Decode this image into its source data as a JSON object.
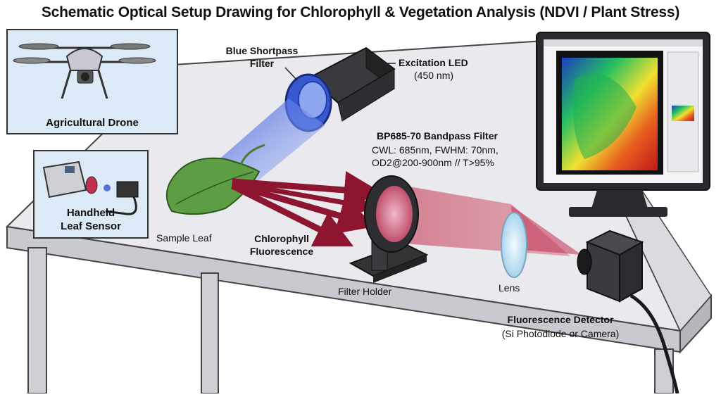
{
  "title": "Schematic Optical Setup Drawing for Chlorophyll & Vegetation Analysis (NDVI / Plant Stress)",
  "labels": {
    "drone": "Agricultural Drone",
    "handheld_line1": "Handheld",
    "handheld_line2": "Leaf Sensor",
    "filter_line1": "Blue Shortpass",
    "filter_line2": "Filter",
    "led_line1": "Excitation LED",
    "led_line2": "(450 nm)",
    "bandpass_title": "BP685-70 Bandpass Filter",
    "bandpass_line1": "CWL: 685nm, FWHM: 70nm,",
    "bandpass_line2": "OD2@200-900nm // T>95%",
    "sample_leaf": "Sample Leaf",
    "fluor_line1": "Chlorophyll",
    "fluor_line2": "Fluorescence",
    "filter_holder": "Filter Holder",
    "lens": "Lens",
    "detector_line1": "Fluorescence Detector",
    "detector_line2": "(Si Photodiode or Camera)"
  },
  "colors": {
    "blue_beam": "#4a6fe0",
    "red_beam": "#b0203a",
    "arrow_red": "#8e1530",
    "table_top": "#e9e9ee",
    "leaf_green": "#5d9e45",
    "panel_bg": "#dce9f6"
  }
}
